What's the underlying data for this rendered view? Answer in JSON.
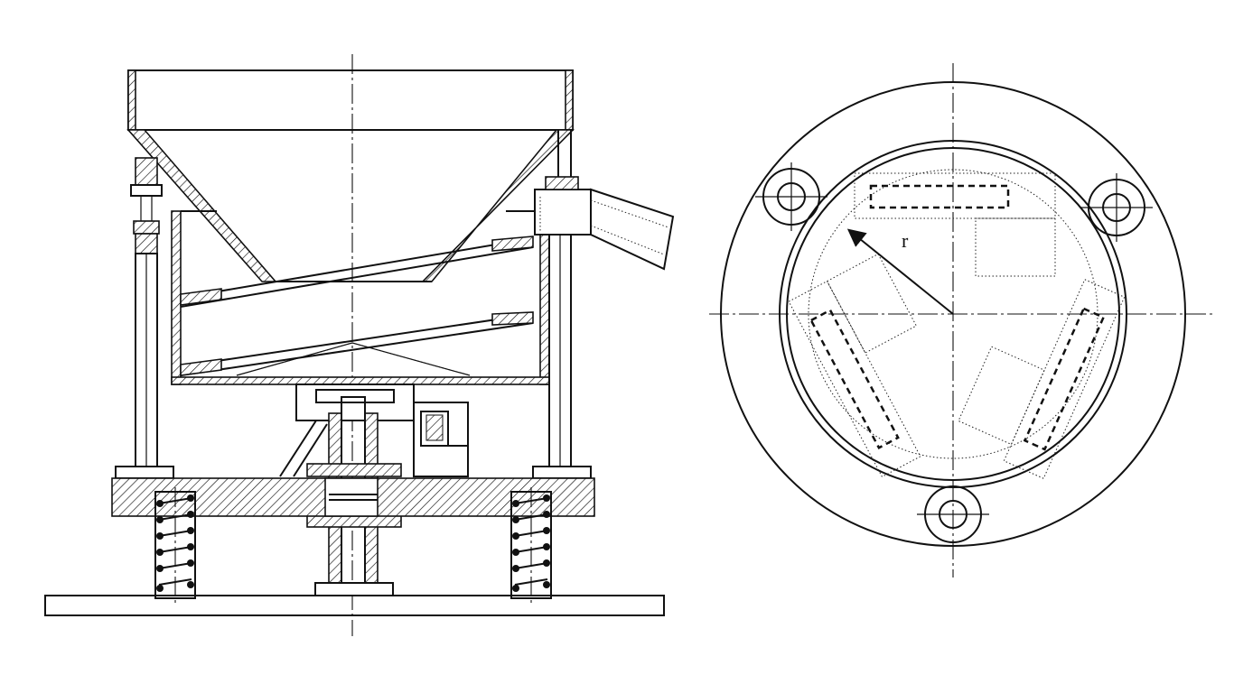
{
  "diagram": {
    "side_view_name": "vibratory-feeder-section",
    "top_view_name": "vibratory-feeder-plan",
    "radius_label": "r",
    "line_color": "#111111",
    "background": "#ffffff"
  }
}
